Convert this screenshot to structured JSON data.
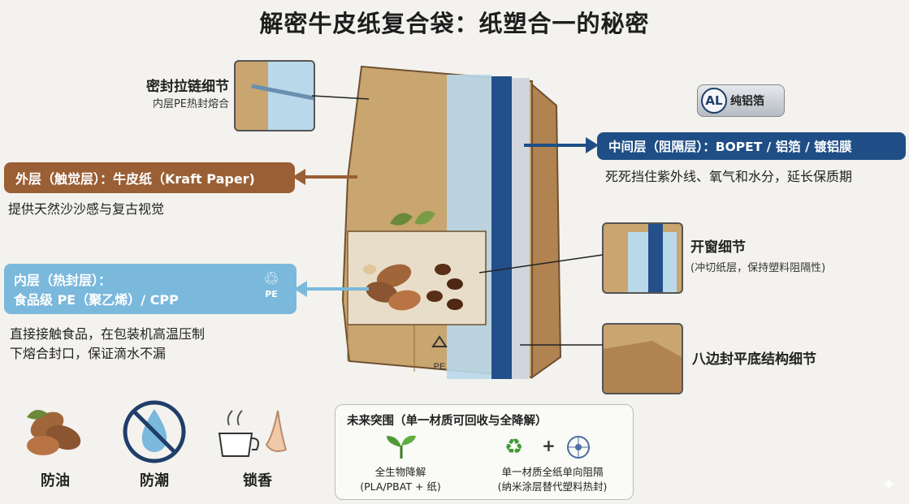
{
  "title": "解密牛皮纸复合袋：纸塑合一的秘密",
  "zipper": {
    "title": "密封拉链细节",
    "sub": "内层PE热封熔合"
  },
  "outer": {
    "banner": "外层（触觉层）：牛皮纸（Kraft Paper)",
    "desc": "提供天然沙沙感与复古视觉"
  },
  "inner": {
    "banner_line1": "内层（热封层）：",
    "banner_line2": "食品级 PE（聚乙烯）/ CPP",
    "recycle_label": "PE",
    "desc_line1": "直接接触食品，在包装机高温压制",
    "desc_line2": "下熔合封口，保证滴水不漏"
  },
  "middle": {
    "badge_al": "AL",
    "badge_text": "纯铝箔",
    "banner": "中间层（阻隔层）：BOPET / 铝箔 / 镀铝膜",
    "desc": "死死挡住紫外线、氧气和水分，延长保质期"
  },
  "window": {
    "title": "开窗细节",
    "sub": "(冲切纸层，保持塑料阻隔性)"
  },
  "bottom_detail": {
    "title": "八边封平底结构细节"
  },
  "bag": {
    "recycle_label": "PE"
  },
  "features": [
    {
      "label": "防油",
      "icon": "nuts-icon"
    },
    {
      "label": "防潮",
      "icon": "no-water-icon"
    },
    {
      "label": "锁香",
      "icon": "coffee-nose-icon"
    }
  ],
  "future": {
    "title": "未来突围（单一材质可回收与全降解）",
    "item1_line1": "全生物降解",
    "item1_line2": "(PLA/PBAT + 纸)",
    "plus": "+",
    "item2_line1": "单一材质全纸单向阻隔",
    "item2_line2": "(纳米涂层替代塑料热封)"
  },
  "colors": {
    "outer": "#9a5f34",
    "inner": "#7ab8dc",
    "middle": "#1f4e86"
  }
}
